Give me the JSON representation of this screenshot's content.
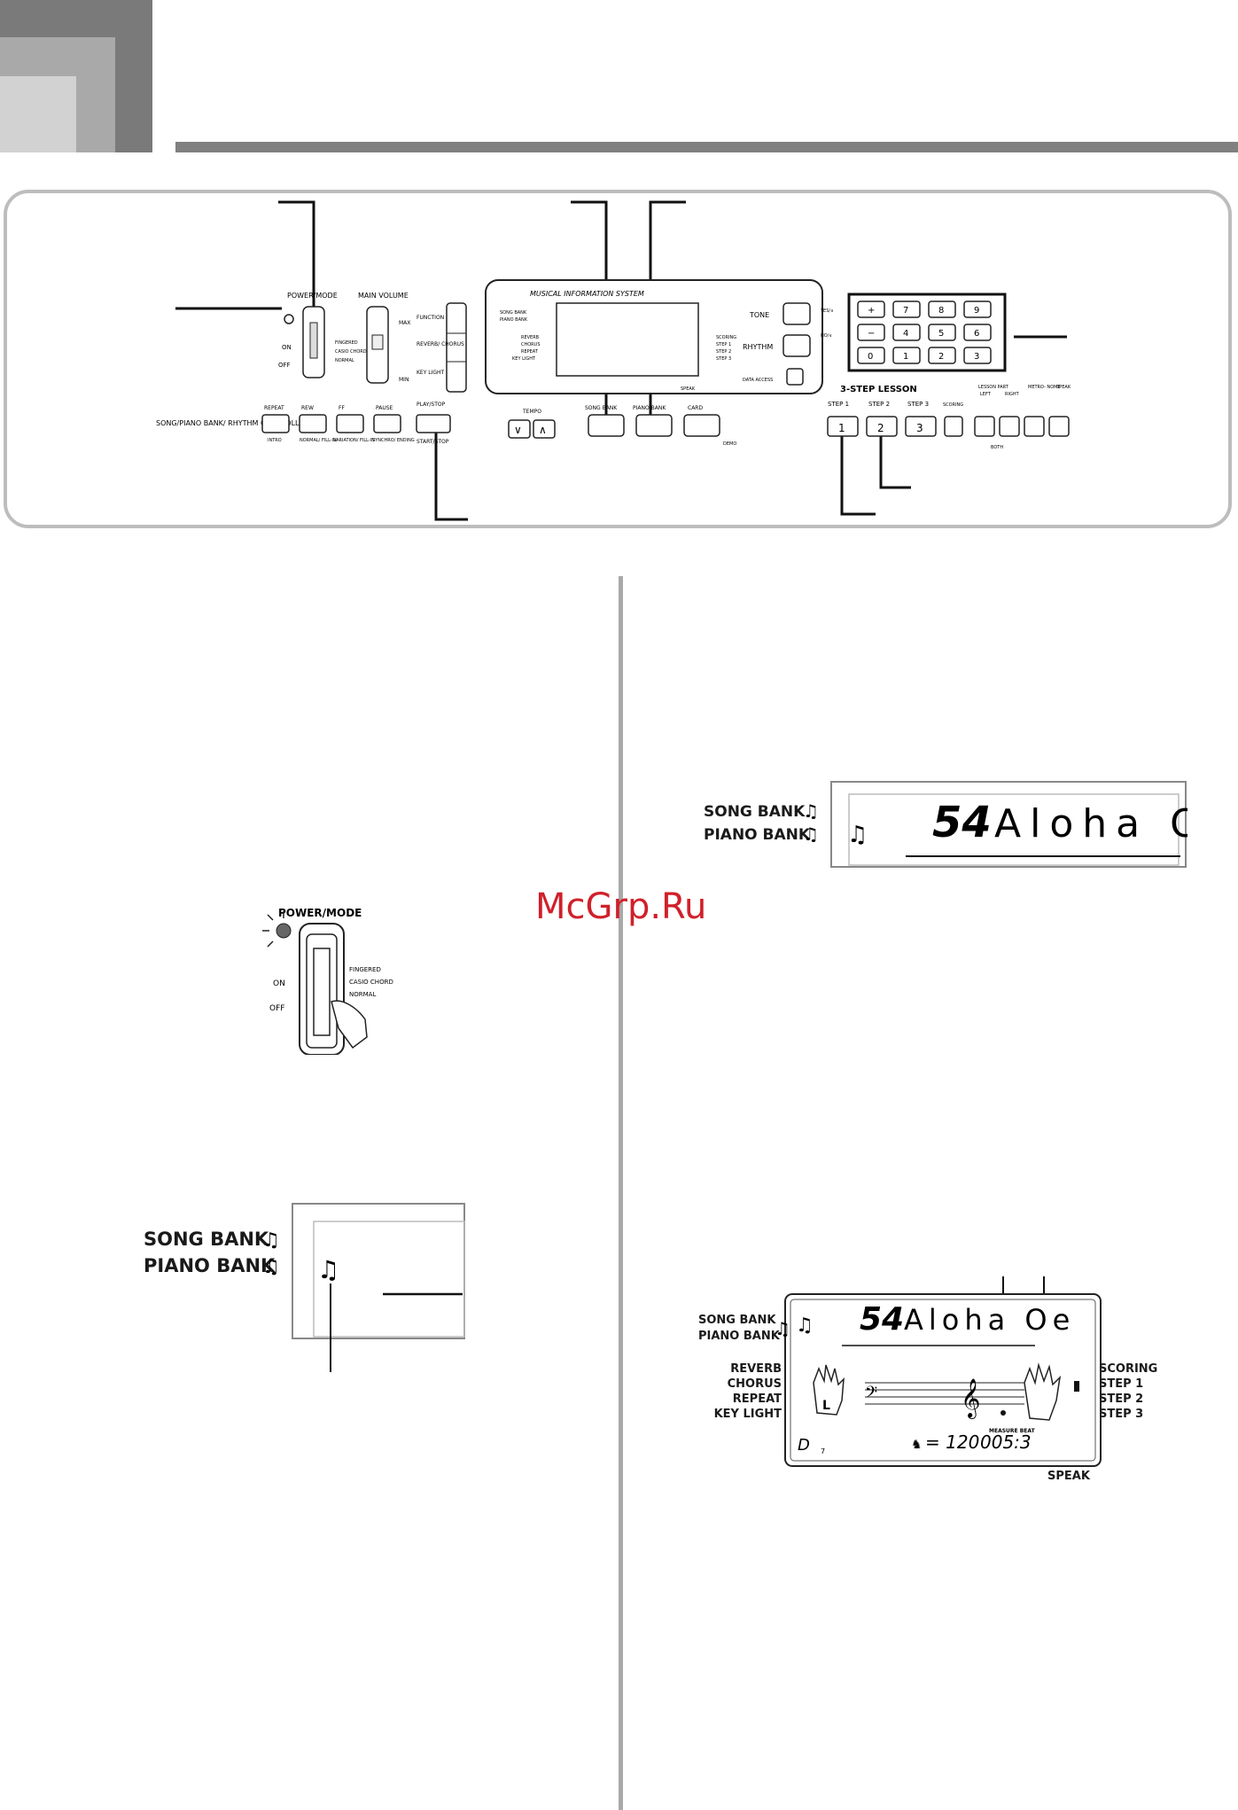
{
  "watermark": "McGrp.Ru",
  "panel": {
    "power_mode": "POWER/MODE",
    "main_volume": "MAIN VOLUME",
    "on": "ON",
    "off": "OFF",
    "modes": [
      "FINGERED",
      "CASIO CHORD",
      "NORMAL"
    ],
    "max": "MAX",
    "min": "MIN",
    "function": "FUNCTION",
    "reverb_chorus": "REVERB/ CHORUS",
    "key_light": "KEY LIGHT",
    "controller_label": "SONG/PIANO BANK/ RHYTHM CONTROLLER",
    "ctrl_buttons": [
      {
        "top": "REPEAT",
        "bottom": "INTRO"
      },
      {
        "top": "REW",
        "bottom": "NORMAL/ FILL-IN"
      },
      {
        "top": "FF",
        "bottom": "VARIATION/ FILL-IN"
      },
      {
        "top": "PAUSE",
        "bottom": "SYNCHRO/ ENDING"
      },
      {
        "top": "PLAY/STOP",
        "bottom": "START/STOP"
      }
    ],
    "system_title": "MUSICAL INFORMATION SYSTEM",
    "lcd_left": [
      "SONG BANK",
      "PIANO BANK",
      "REVERB",
      "CHORUS",
      "REPEAT",
      "KEY LIGHT"
    ],
    "lcd_right": [
      "SCORING",
      "STEP 1",
      "STEP 2",
      "STEP 3"
    ],
    "speak": "SPEAK",
    "tone": "TONE",
    "rhythm": "RHYTHM",
    "data_access": "DATA ACCESS",
    "tempo": "TEMPO",
    "bank_buttons": [
      "SONG BANK",
      "PIANO BANK",
      "CARD"
    ],
    "demo": "DEMO",
    "yes": "YES/∧",
    "no": "NO/∨",
    "keypad": [
      "+",
      "7",
      "8",
      "9",
      "−",
      "4",
      "5",
      "6",
      "0",
      "1",
      "2",
      "3"
    ],
    "lesson_title": "3-STEP LESSON",
    "steps": [
      "STEP 1",
      "STEP 2",
      "STEP 3",
      "SCORING"
    ],
    "step_keys": [
      "1",
      "2",
      "3"
    ],
    "lesson_part": "LESSON PART",
    "left": "LEFT",
    "right": "RIGHT",
    "metronome": "METRO- NOME",
    "speak_btn": "SPEAK",
    "both": "BOTH"
  },
  "power_detail": {
    "title": "POWER/MODE",
    "on": "ON",
    "off": "OFF",
    "modes": [
      "FINGERED",
      "CASIO CHORD",
      "NORMAL"
    ]
  },
  "display_left": {
    "song_bank": "SONG BANK",
    "piano_bank": "PIANO BANK"
  },
  "display_right_top": {
    "song_bank": "SONG BANK",
    "piano_bank": "PIANO BANK",
    "number": "54",
    "title": "Aloha Oe"
  },
  "display_big": {
    "song_bank": "SONG BANK",
    "piano_bank": "PIANO BANK",
    "number": "54",
    "title": "Aloha Oe",
    "left_labels": [
      "REVERB",
      "CHORUS",
      "REPEAT",
      "KEY LIGHT"
    ],
    "right_labels": [
      "SCORING",
      "STEP 1",
      "STEP 2",
      "STEP 3"
    ],
    "hand_left": "L",
    "measure_beat": "MEASURE BEAT",
    "tempo_value": "= 120",
    "measure": "005:3",
    "chord_root": "D",
    "chord_ext": "7",
    "speak": "SPEAK"
  }
}
